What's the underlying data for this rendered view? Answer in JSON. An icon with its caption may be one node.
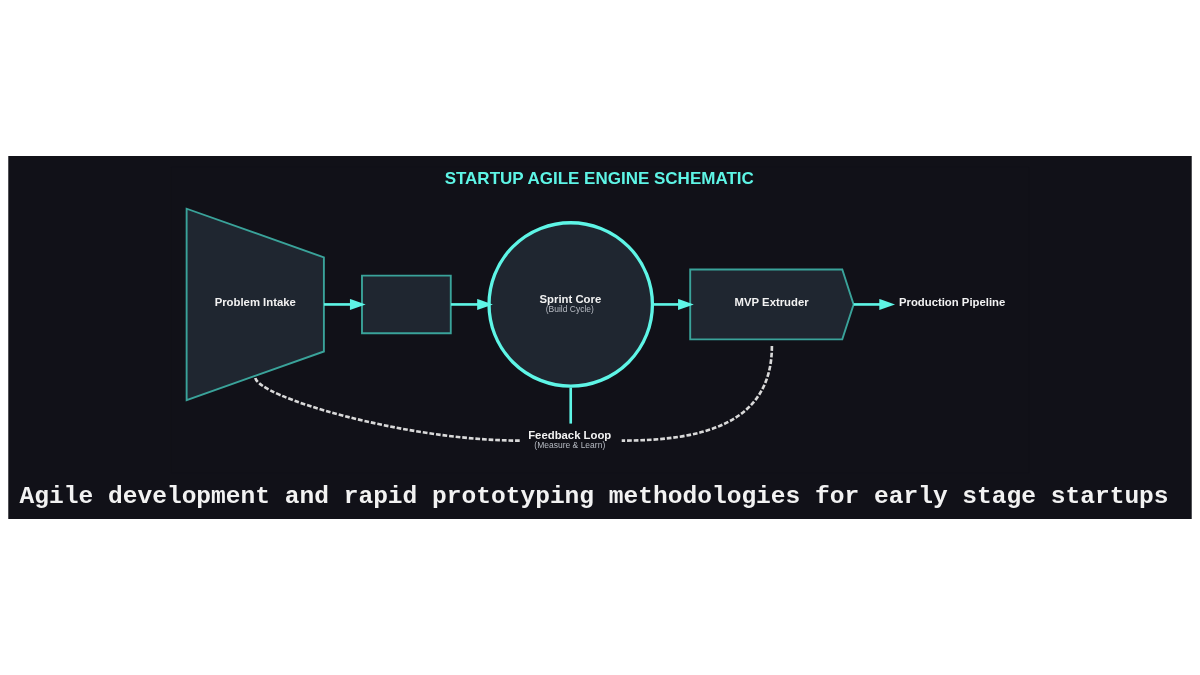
{
  "diagram": {
    "title": "STARTUP AGILE ENGINE SCHEMATIC",
    "caption": "Agile development and rapid prototyping methodologies for early stage startups",
    "nodes": [
      {
        "text": [
          "Problem Intake"
        ]
      },
      {
        "text": [],
        "shape": "box"
      },
      {
        "text": [
          "Sprint Core",
          "(Build Cycle)"
        ]
      },
      {
        "text": [
          "MVP Extruder"
        ]
      },
      {
        "text": [
          "Production Pipeline"
        ]
      },
      {
        "text": [
          "Feedback Loop",
          "(Measure & Learn)"
        ]
      }
    ],
    "edges": [
      {
        "from": 0,
        "to": 1,
        "arrow": "to"
      },
      {
        "from": 1,
        "to": 2,
        "arrow": "to"
      },
      {
        "from": 2,
        "to": 3,
        "arrow": "to"
      },
      {
        "from": 3,
        "to": 4,
        "arrow": "to"
      },
      {
        "from": 3,
        "to": 5,
        "arrow": "none",
        "style": "dashed",
        "color": "#d9d9d9"
      },
      {
        "from": 5,
        "to": 0,
        "arrow": "none",
        "style": "dashed",
        "color": "#d9d9d9"
      },
      {
        "from": 2,
        "to": 5,
        "arrow": "none"
      }
    ]
  }
}
